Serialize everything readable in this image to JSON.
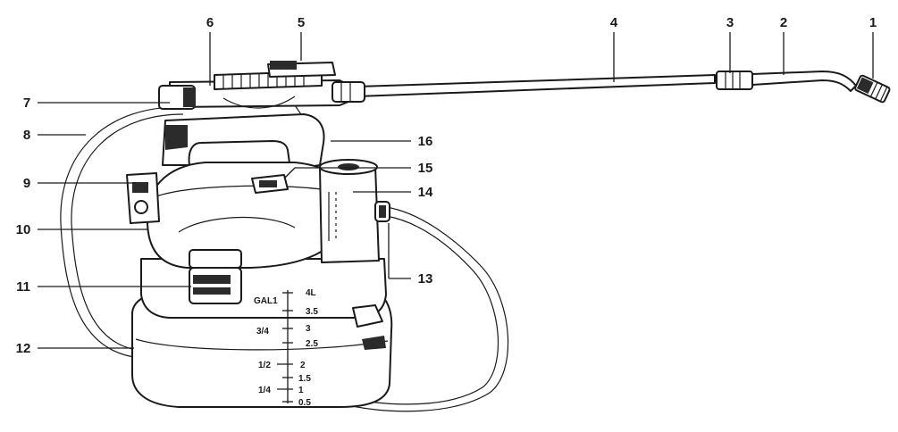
{
  "callouts": [
    {
      "id": "1"
    },
    {
      "id": "2"
    },
    {
      "id": "3"
    },
    {
      "id": "4"
    },
    {
      "id": "5"
    },
    {
      "id": "6"
    },
    {
      "id": "7"
    },
    {
      "id": "8"
    },
    {
      "id": "9"
    },
    {
      "id": "10"
    },
    {
      "id": "11"
    },
    {
      "id": "12"
    },
    {
      "id": "13"
    },
    {
      "id": "14"
    },
    {
      "id": "15"
    },
    {
      "id": "16"
    }
  ],
  "gauge": {
    "left": [
      "GAL1",
      "3/4",
      "1/2",
      "1/4"
    ],
    "right": [
      "4L",
      "3.5",
      "3",
      "2.5",
      "2",
      "1.5",
      "1",
      "0.5"
    ]
  }
}
